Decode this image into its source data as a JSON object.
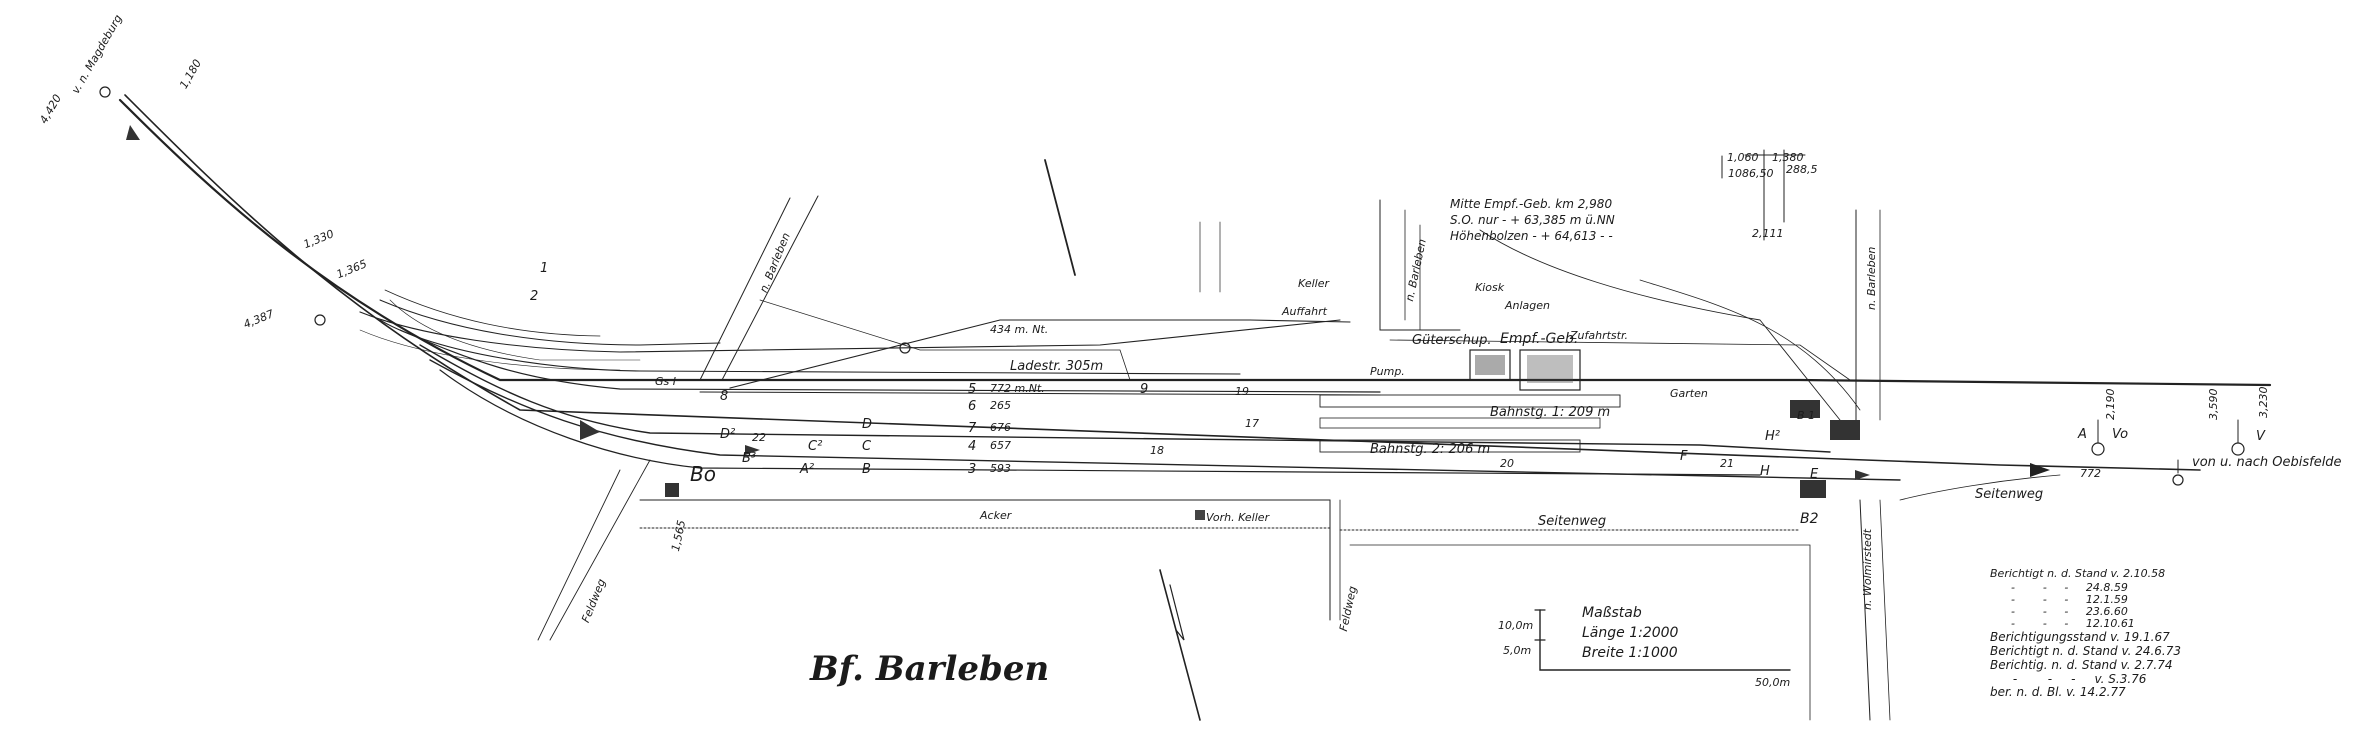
{
  "title": "Bf. Barleben",
  "scale": {
    "heading": "Maßstab",
    "length": "Länge 1:2000",
    "width": "Breite 1:1000",
    "vert_10": "10,0m",
    "vert_5": "5,0m",
    "horiz_50": "50,0m"
  },
  "directions": {
    "from_magdeburg": "v. n. Magdeburg",
    "to_oebisfelde": "von u. nach Oebisfelde"
  },
  "streets": {
    "barleben_1": "n. Barleben",
    "barleben_2": "n. Barleben",
    "barleben_3": "n. Barleben",
    "feldweg_1": "Feldweg",
    "feldweg_2": "Feldweg",
    "seitenweg_1": "Seitenweg",
    "seitenweg_2": "Seitenweg",
    "acker": "Acker",
    "wolmirstedt": "n. Wolmirstedt",
    "zufahrt": "Zufahrtstr.",
    "anlagen": "Anlagen",
    "garten": "Garten",
    "auffahrt": "Auffahrt",
    "keller": "Keller"
  },
  "buildings": {
    "empf": "Empf.-Geb.",
    "gueter": "Güterschup.",
    "stellwerk_bo": "Bo",
    "stellwerk_b2": "B2",
    "b_left": "B 1",
    "kiosk": "Kiosk",
    "pump": "Pump.",
    "vorh": "Vorh. Keller"
  },
  "tracks": {
    "t1": "1",
    "t2": "2",
    "t3": "3",
    "t4": "4",
    "t5": "5",
    "t6": "6",
    "t7": "7",
    "t8": "8",
    "t9": "9",
    "len_3": "593",
    "len_4": "657",
    "len_5": "772 m.Nt.",
    "len_6": "265",
    "len_7": "676",
    "len_ladestr": "Ladestr. 305m",
    "len_top": "434 m. Nt.",
    "bahnsteig_1": "Bahnstg. 1: 209 m",
    "bahnsteig_2": "Bahnstg. 2: 206 m",
    "gs1": "Gs I",
    "sw_17": "17",
    "sw_18": "18",
    "sw_19": "19",
    "sw_20": "20",
    "sw_21": "21",
    "sw_22": "22"
  },
  "signals": {
    "A": "A",
    "B": "B",
    "C": "C",
    "D": "D",
    "E": "E",
    "F": "F",
    "A2": "A²",
    "B3": "B³",
    "C2": "C²",
    "D2": "D²",
    "H": "H",
    "H2": "H²",
    "Vo": "Vo",
    "V": "V"
  },
  "kilometers": {
    "k1": "4,420",
    "k2": "1,180",
    "k3": "1,330",
    "k4": "1,365",
    "k5": "4,387",
    "k6": "1,565",
    "k7": "2,190",
    "k8": "3,590",
    "k9": "3,230",
    "k10": "772"
  },
  "notes": {
    "n1": "Mitte Empf.-Geb. km 2,980",
    "n2": "S.O. nur   -    + 63,385 m ü.NN",
    "n3": "Höhenbolzen  -   + 64,613   -    -",
    "ref_a": "1,060",
    "ref_b": "1,380",
    "ref_c": "1086,50",
    "ref_d": "288,5",
    "ref_e": "2,111"
  },
  "revisions": [
    "Berichtigt n. d. Stand v. 2.10.58",
    "      -        -     -     24.8.59",
    "      -        -     -     12.1.59",
    "      -        -     -     23.6.60",
    "      -        -     -     12.10.61",
    "Berichtigungsstand v. 19.1.67",
    "Berichtigt n. d. Stand v. 24.6.73",
    "Berichtig. n. d. Stand v. 2.7.74",
    "      -        -     -     v. S.3.76",
    "ber. n. d. Bl. v. 14.2.77"
  ]
}
